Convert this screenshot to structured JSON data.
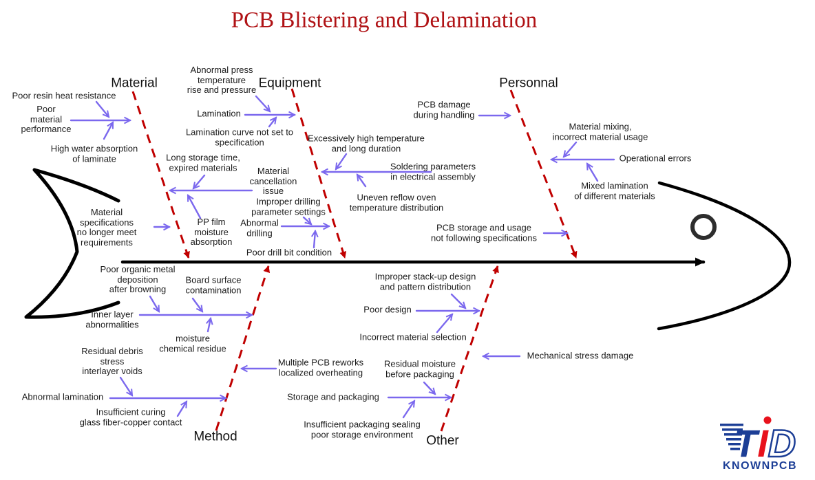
{
  "title": "PCB Blistering and Delamination",
  "colors": {
    "title": "#b01215",
    "bone_dashed": "#c00000",
    "cause_arrow": "#7b68ee",
    "skeleton": "#000000",
    "label_text": "#1b1b1b",
    "logo_blue": "#1c3e96",
    "logo_red": "#e8121c"
  },
  "branches": {
    "material": {
      "label": "Material",
      "causes": {
        "poor_resin": "Poor resin heat resistance",
        "poor_material_performance": "Poor\nmaterial\nperformance",
        "high_water_absorption": "High water absorption\nof laminate",
        "long_storage": "Long storage time,\nexpired materials",
        "material_cancellation": "Material\ncancellation\nissue",
        "material_specifications": "Material\nspecifications\nno longer meet\nrequirements",
        "pp_film": "PP film\nmoisture\nabsorption"
      }
    },
    "equipment": {
      "label": "Equipment",
      "causes": {
        "abnormal_press": "Abnormal press\ntemperature\nrise and pressure",
        "lamination": "Lamination",
        "lamination_curve": "Lamination curve not set to\nspecification",
        "excessive_temp": "Excessively high temperature\nand long duration",
        "soldering_params": "Soldering parameters\nin electrical assembly",
        "uneven_reflow": "Uneven reflow oven\ntemperature distribution",
        "improper_drilling": "Improper drilling\nparameter settings",
        "abnormal_drilling": "Abnormal\ndrilling",
        "poor_drill_bit": "Poor drill bit condition"
      }
    },
    "personnal": {
      "label": "Personnal",
      "causes": {
        "pcb_damage": "PCB damage\nduring handling",
        "material_mixing": "Material mixing,\nincorrect material usage",
        "operational_errors": "Operational errors",
        "mixed_lamination": "Mixed lamination\nof different materials",
        "pcb_storage": "PCB storage and usage\nnot following specifications"
      }
    },
    "method": {
      "label": "Method",
      "causes": {
        "poor_organic": "Poor organic metal\ndeposition\nafter browning",
        "board_surface": "Board surface\ncontamination",
        "inner_layer": "Inner layer\nabnormalities",
        "moisture_chemical": "moisture\nchemical residue",
        "residual_debris": "Residual debris\nstress\ninterlayer voids",
        "abnormal_lamination": "Abnormal lamination",
        "insufficient_curing": "Insufficient curing\nglass fiber-copper contact",
        "multiple_reworks": "Multiple PCB reworks\nlocalized overheating"
      }
    },
    "other": {
      "label": "Other",
      "causes": {
        "improper_stackup": "Improper stack-up design\nand pattern distribution",
        "poor_design": "Poor design",
        "incorrect_material": "Incorrect material selection",
        "residual_moisture": "Residual moisture\nbefore packaging",
        "storage_packaging": "Storage and packaging",
        "insufficient_packaging": "Insufficient packaging sealing\npoor storage environment",
        "mechanical_stress": "Mechanical stress damage"
      }
    }
  },
  "logo": {
    "brand_letters": [
      "T",
      "I",
      "D"
    ],
    "name": "KNOWNPCB"
  }
}
